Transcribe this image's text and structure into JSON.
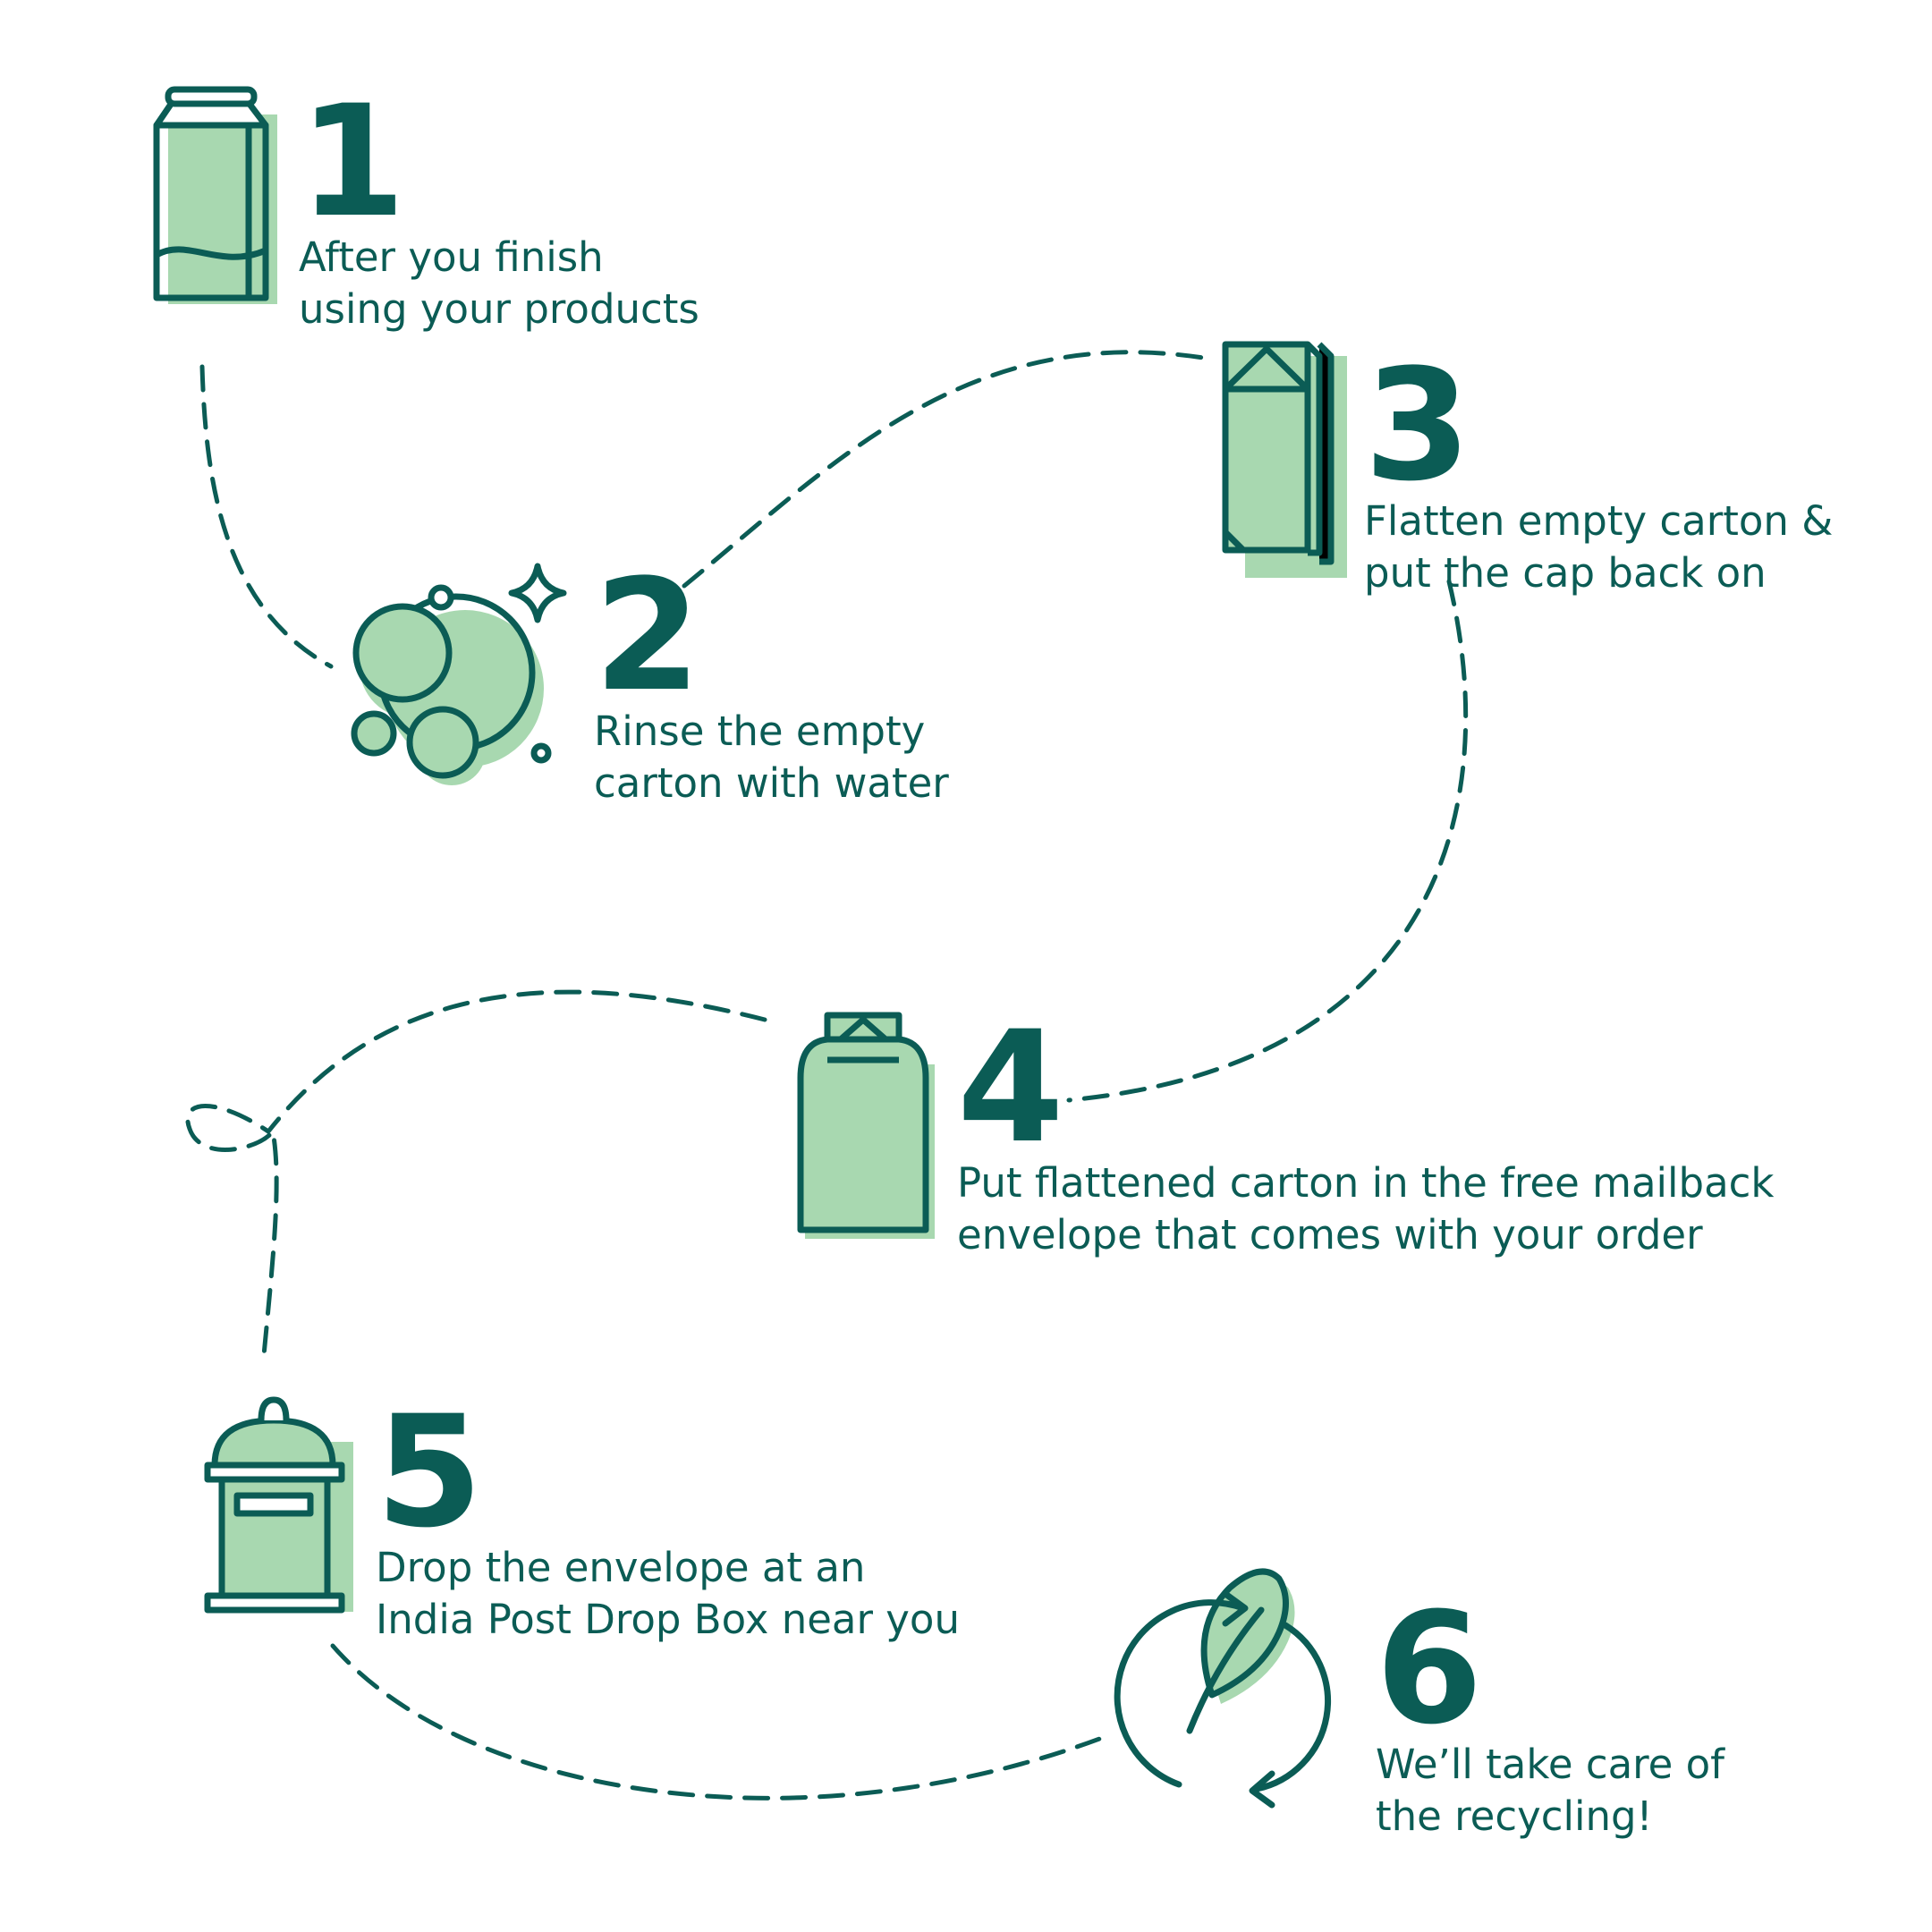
{
  "colors": {
    "primary": "#0b5c55",
    "accent_fill": "#a8d8b0",
    "background": "#ffffff"
  },
  "steps": [
    {
      "number": "1",
      "line1": "After you finish",
      "line2": "using your products",
      "icon": "milk-carton-icon"
    },
    {
      "number": "2",
      "line1": "Rinse the empty",
      "line2": "carton with water",
      "icon": "bubbles-icon"
    },
    {
      "number": "3",
      "line1": "Flatten empty carton &",
      "line2": "put the cap back on",
      "icon": "flattened-carton-icon"
    },
    {
      "number": "4",
      "line1": "Put flattened carton in the free mailback",
      "line2": "envelope that comes with your order",
      "icon": "envelope-icon"
    },
    {
      "number": "5",
      "line1": "Drop the envelope at an",
      "line2": "India Post Drop Box near you",
      "icon": "post-box-icon"
    },
    {
      "number": "6",
      "line1": "We’ll take care of",
      "line2": "the recycling!",
      "icon": "recycle-leaf-icon"
    }
  ]
}
